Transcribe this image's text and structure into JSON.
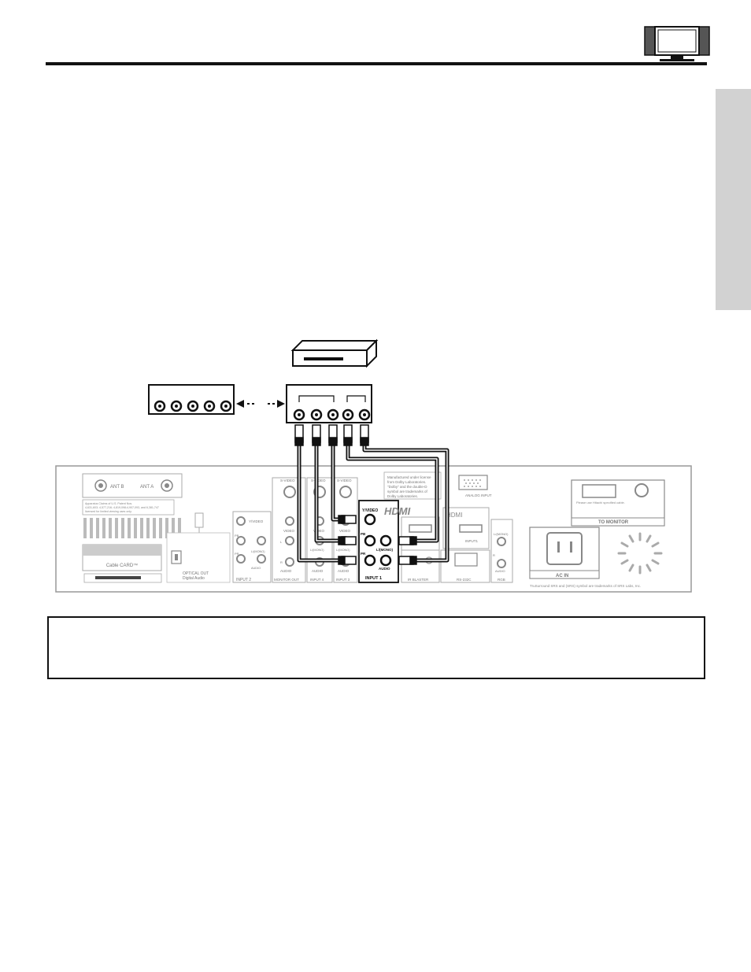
{
  "rear_panel": {
    "antenna": {
      "ant_b": "ANT B",
      "ant_a": "ANT A"
    },
    "patent_notice": [
      "Apparatus Claims of U.S. Patent Nos.",
      "4,631,603; 4,577,216; 4,819,098;4,907,093, and 6,381,747",
      "licensed for limited viewing uses only."
    ],
    "cable_card": "Cable CARD™",
    "optical_out": {
      "line1": "OPTICAL OUT",
      "line2": "Digital Audio"
    },
    "jacks": {
      "y_video": "Y/VIDEO",
      "s_video": "S-VIDEO",
      "video": "VIDEO",
      "l_mono": "L/(MONO)",
      "audio": "AUDIO",
      "pb": "PB",
      "pr": "PR",
      "l": "L",
      "r": "R"
    },
    "sections": {
      "input2": "INPUT 2",
      "monitor_out": "MONITOR OUT",
      "input4": "INPUT 4",
      "input3": "INPUT 3",
      "input1": "INPUT 1",
      "ir_blaster": "IR BLASTER",
      "rs232c": "RS-232C",
      "rgb": "RGB",
      "analog_input": "ANALOG INPUT",
      "hdmi_input1": "INPUT1",
      "to_monitor": "TO MONITOR",
      "ac_in": "AC IN"
    },
    "hdmi_logo": "HDMI",
    "hdmi_label": "HDMI",
    "dolby_notice": [
      "Manufactured under license",
      "from Dolby Laboratories.",
      "\"Dolby\" and the double-D",
      "symbol are trademarks of",
      "Dolby Laboratories."
    ],
    "monitor_cable_note": "Please use Hitachi specified cable.",
    "srs_notice": "TruSurround SRS and (SRS) symbol are trademarks of SRS Labs, Inc."
  }
}
